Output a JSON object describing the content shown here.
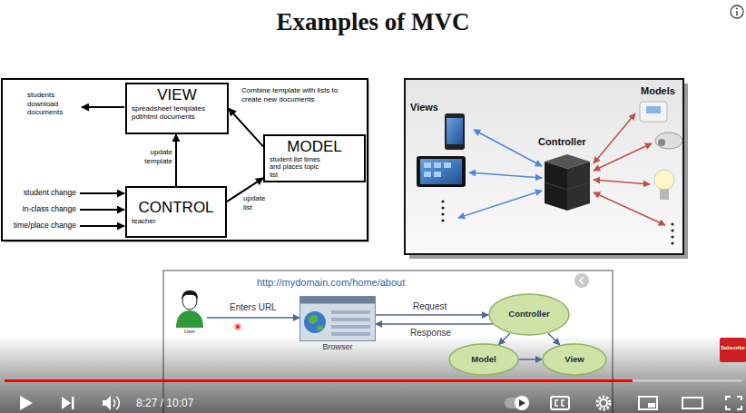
{
  "diagram": {
    "title": "Examples of MVC",
    "nodes": [
      {
        "text": [
          "VIEW",
          "spreadsheet templates pdf/html documents"
        ]
      },
      {
        "text": [
          "MODEL",
          "student list times and places topic list"
        ]
      },
      {
        "text": [
          "CONTROL",
          "teacher"
        ]
      },
      {
        "text": [
          "User"
        ]
      },
      {
        "text": [
          "Browser"
        ]
      },
      {
        "text": [
          "Controller"
        ]
      },
      {
        "text": [
          "Model"
        ]
      },
      {
        "text": [
          "View"
        ]
      }
    ],
    "edges": [
      {
        "from": 2,
        "to": 0,
        "label": "update template",
        "arrow": "to"
      },
      {
        "from": 1,
        "to": 0,
        "label": "Combine template with lists to create new documents",
        "arrow": "to"
      },
      {
        "from": 2,
        "to": 1,
        "label": "update list",
        "arrow": "to"
      },
      {
        "from": 3,
        "to": 4,
        "label": "Enters URL",
        "arrow": "to"
      },
      {
        "from": 4,
        "to": 5,
        "label": "Request",
        "arrow": "to"
      },
      {
        "from": 5,
        "to": 4,
        "label": "Response",
        "arrow": "to"
      },
      {
        "from": 5,
        "to": 6,
        "arrow": "to"
      },
      {
        "from": 5,
        "to": 7,
        "arrow": "to"
      },
      {
        "from": 6,
        "to": 7,
        "arrow": "to"
      }
    ],
    "labels": [
      "students download documents",
      "student change",
      "In-class change",
      "time/place change",
      "Views",
      "Controller",
      "Models",
      "http://mydomain.com/home/about",
      "8:27 / 10:07",
      "Subscribe"
    ]
  }
}
